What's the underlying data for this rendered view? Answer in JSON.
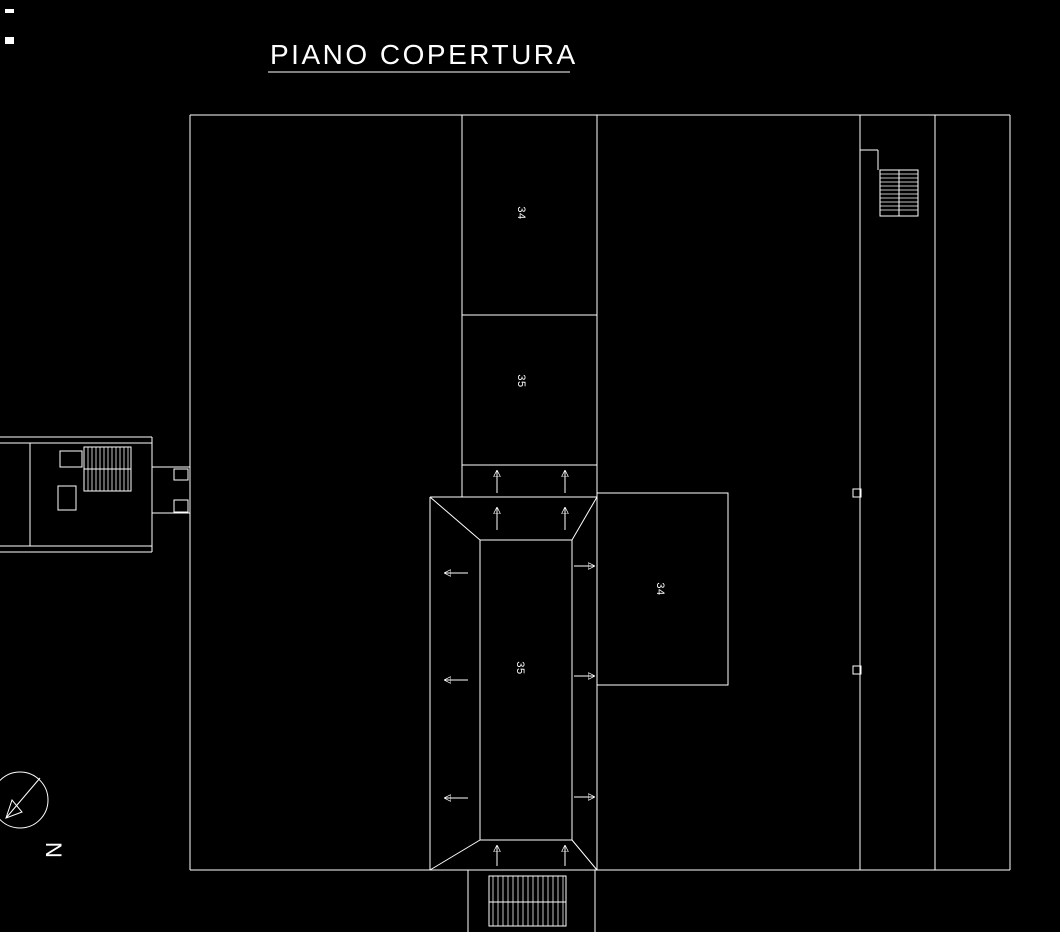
{
  "colors": {
    "background": "#000000",
    "line": "#ffffff"
  },
  "title": {
    "text": "PIANO COPERTURA"
  },
  "labels": {
    "top_strip": "34",
    "mid_strip": "35",
    "central_roof": "35",
    "side_roof": "34"
  },
  "compass": {
    "north_letter": "N"
  }
}
